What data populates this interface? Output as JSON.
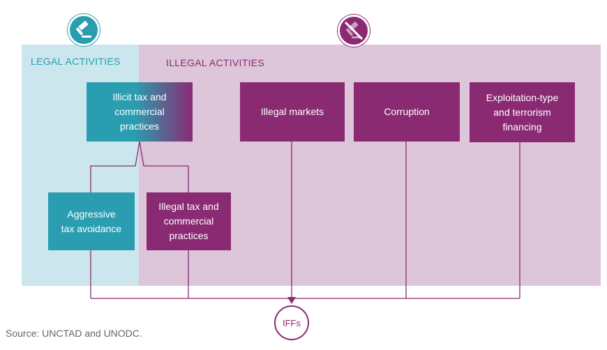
{
  "zones": {
    "legal_label": "LEGAL ACTIVITIES",
    "illegal_label": "ILLEGAL  ACTIVITIES"
  },
  "icons": {
    "legal": "gavel-icon",
    "illegal": "crossed-out-gavel-icon"
  },
  "boxes": {
    "illicit_tax": "Illicit tax and\ncommercial\npractices",
    "illegal_markets": "Illegal markets",
    "corruption": "Corruption",
    "exploitation": "Exploitation-type\nand terrorism\nfinancing",
    "aggressive": "Aggressive\ntax avoidance",
    "illegal_tax": "Illegal tax and\ncommercial\npractices"
  },
  "target": "IFFs",
  "source": "Source: UNCTAD and UNODC.",
  "colors": {
    "legal": "#2a9db0",
    "illegal": "#8a2a73",
    "legal_bg": "#cce6ee",
    "illegal_bg": "#ddc6d9"
  }
}
